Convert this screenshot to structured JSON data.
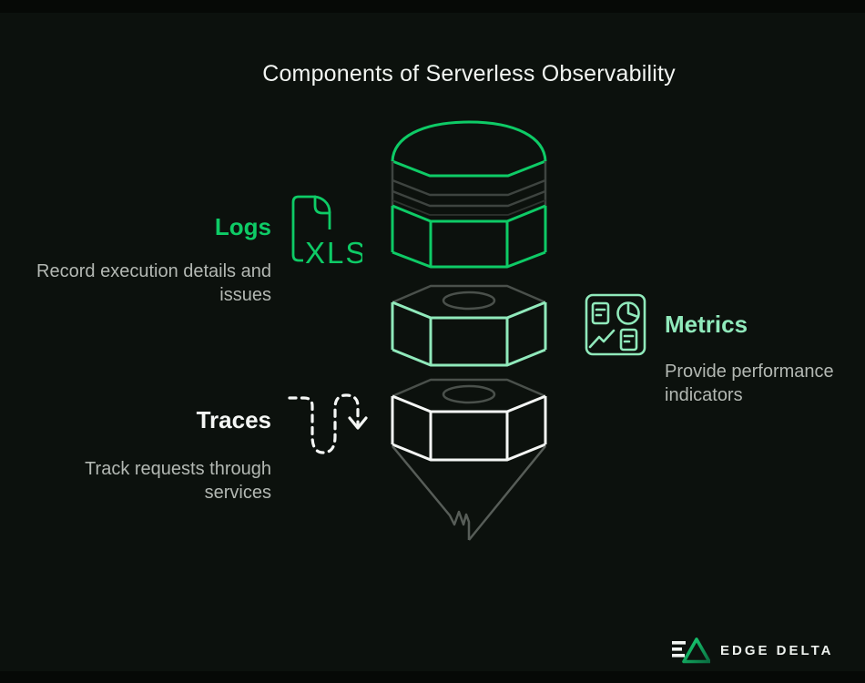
{
  "title": "Components of Serverless Observability",
  "sections": {
    "logs": {
      "label": "Logs",
      "description": "Record execution details and issues",
      "desc_lines": [
        "Record execution details and",
        "issues"
      ],
      "icon": "xls-file-icon",
      "icon_label": "XLS",
      "accent": "#0ecb66"
    },
    "metrics": {
      "label": "Metrics",
      "description": "Provide performance indicators",
      "desc_lines": [
        "Provide performance",
        "indicators"
      ],
      "icon": "dashboard-icon",
      "accent": "#90e9bb"
    },
    "traces": {
      "label": "Traces",
      "description": "Track requests through services",
      "desc_lines": [
        "Track requests through",
        "services"
      ],
      "icon": "route-arrow-icon",
      "accent": "#ffffff"
    }
  },
  "diagram": {
    "layers": [
      "logs-layer",
      "metrics-layer",
      "traces-layer-with-funnel"
    ]
  },
  "footer": {
    "brand": "EDGE DELTA"
  },
  "colors": {
    "background": "#0c110d",
    "bright_green": "#0ecb66",
    "mint_green": "#90e9bb",
    "white": "#f4f6f4",
    "muted_text": "#b3b8b3",
    "line_gray": "#4a504b",
    "funnel_gray": "#575d58"
  }
}
